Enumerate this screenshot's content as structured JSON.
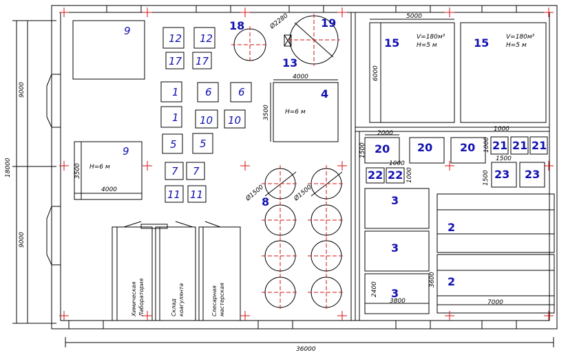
{
  "dimensions": {
    "total_width": "36000",
    "total_height": "18000",
    "left_upper": "9000",
    "left_lower": "9000",
    "tank_19_diameter": "Ø2280",
    "tank_8_diameter_a": "Ø1500",
    "tank_8_diameter_b": "Ø1500",
    "pool_15_width": "5000",
    "pool_15_height": "6000",
    "eq4_width": "4000",
    "eq4_height": "3500",
    "eq9_width": "4000",
    "eq9_height": "3500",
    "eq20_width": "2000",
    "eq20_height": "1500",
    "eq21_width": "1000",
    "eq21_height": "1000",
    "eq22_width": "1000",
    "eq22_height": "1000",
    "eq23_width": "1500",
    "eq23_height": "1500",
    "eq3_width": "3800",
    "eq3_height": "2400",
    "eq2_width": "7000",
    "eq2_height": "3600"
  },
  "notes": {
    "pool_volume": "V=180м³",
    "pool_height": "H=5 м",
    "eq4_height": "H=6 м",
    "eq9_height": "H=6 м"
  },
  "rooms": {
    "room1": [
      "Химическая",
      "Лаборатория"
    ],
    "room2": [
      "Склад",
      "коагулянта"
    ],
    "room3": [
      "Слесарная",
      "мастерская"
    ]
  },
  "labels": {
    "n1": "1",
    "n2": "2",
    "n3": "3",
    "n4": "4",
    "n5": "5",
    "n6": "6",
    "n7": "7",
    "n8": "8",
    "n9": "9",
    "n10": "10",
    "n11": "11",
    "n12": "12",
    "n13": "13",
    "n15": "15",
    "n17": "17",
    "n18": "18",
    "n19": "19",
    "n20": "20",
    "n21": "21",
    "n22": "22",
    "n23": "23"
  },
  "colors": {
    "line": "#000000",
    "label": "#1010b0",
    "axis": "#d01010"
  }
}
